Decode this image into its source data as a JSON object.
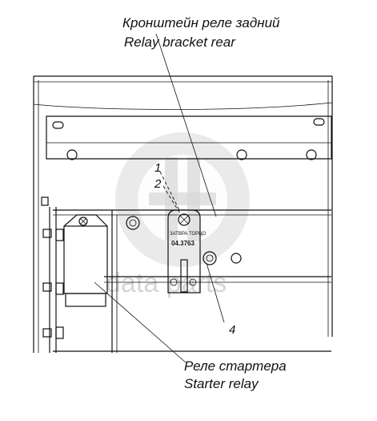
{
  "labels": {
    "bracket_ru": "Кронштейн реле задний",
    "bracket_en": "Relay  bracket rear",
    "starter_ru": "Реле стартера",
    "starter_en": "Starter relay"
  },
  "callouts": {
    "c1": "1",
    "c2": "2",
    "c4": "4"
  },
  "relay_marking": {
    "line1": "ЗАТВРА ТОРЦО",
    "line2": "04.3763"
  },
  "watermark": {
    "text": "data parts"
  }
}
